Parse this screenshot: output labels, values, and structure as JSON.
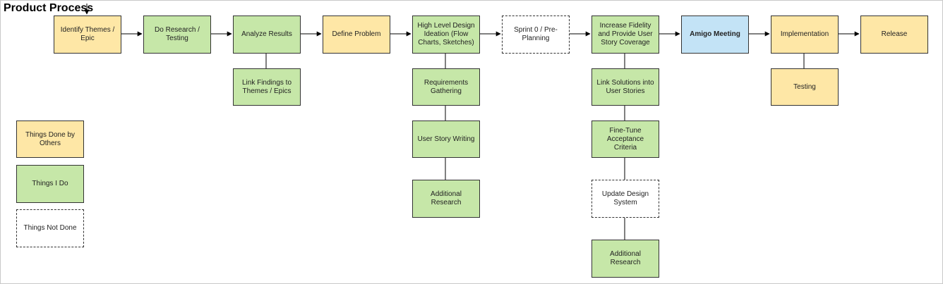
{
  "title": "Product Process",
  "colors": {
    "others": "#fee7a6",
    "mine": "#c6e7a8",
    "not_done": "#ffffff",
    "meeting": "#c3e3f6"
  },
  "main_flow": [
    "Identify Themes / Epic",
    "Do Research / Testing",
    "Analyze Results",
    "Define Problem",
    "High Level Design Ideation (Flow Charts, Sketches)",
    "Sprint 0 / Pre-Planning",
    "Increase Fidelity and Provide User Story Coverage",
    "Amigo Meeting",
    "Implementation",
    "Release"
  ],
  "branches": {
    "analyze": [
      "Link Findings to Themes / Epics"
    ],
    "design": [
      "Requirements Gathering",
      "User Story Writing",
      "Additional Research"
    ],
    "fidelity": [
      "Link Solutions into User Stories",
      "Fine-Tune Acceptance Criteria",
      "Update Design System",
      "Additional Research"
    ],
    "implementation": [
      "Testing"
    ]
  },
  "legend": [
    "Things Done by Others",
    "Things I Do",
    "Things Not Done"
  ]
}
